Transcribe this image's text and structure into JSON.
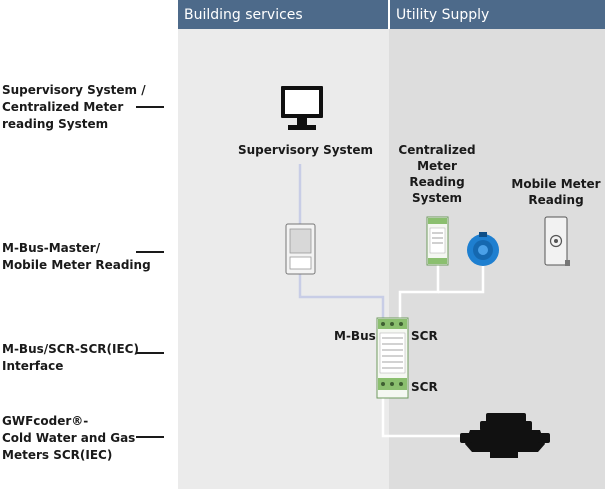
{
  "headers": {
    "building": "Building services",
    "utility": "Utility Supply"
  },
  "left_labels": [
    "Supervisory System /\nCentralized Meter\nreading System",
    "M-Bus-Master/\nMobile Meter Reading",
    "M-Bus/SCR-SCR(IEC)\nInterface",
    "GWFcoder®-\nCold Water and Gas\nMeters SCR(IEC)"
  ],
  "devices": {
    "supervisory": "Supervisory System",
    "centralized": "Centralized\nMeter\nReading\nSystem",
    "mobile": "Mobile Meter\nReading"
  },
  "interface_tags": {
    "mbus": "M-Bus",
    "scr_top": "SCR",
    "scr_bottom": "SCR"
  },
  "colors": {
    "header": "#4d6a8a",
    "building_bg": "#ebebeb",
    "utility_bg": "#dddddd",
    "wire": "#c8cde6",
    "wire_white": "#ffffff",
    "accent_blue": "#1e7fd0"
  }
}
